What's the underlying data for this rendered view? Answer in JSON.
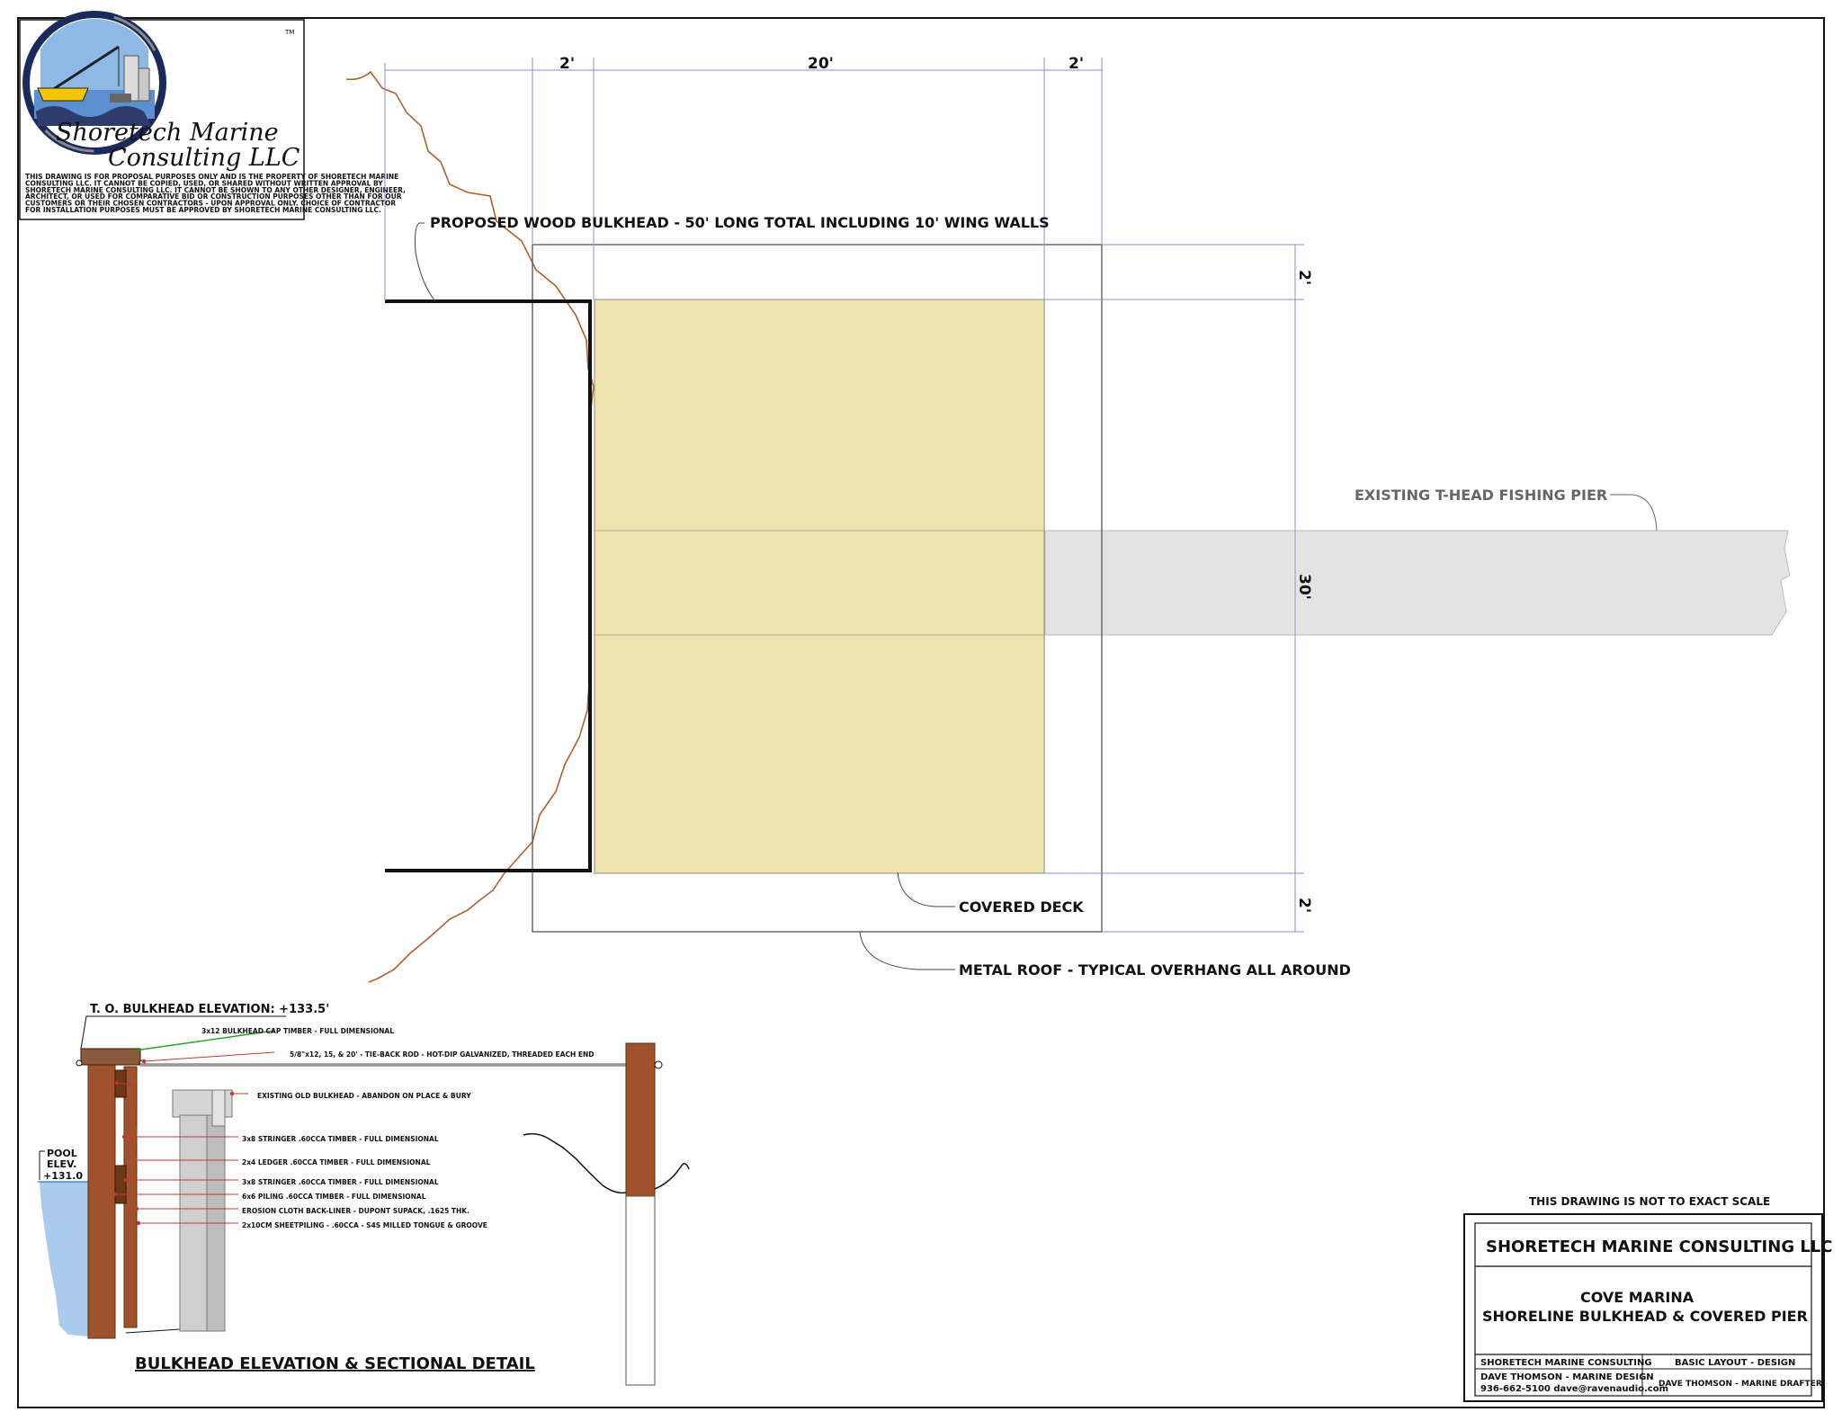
{
  "logo": {
    "line1": "Shoretech Marine",
    "line2": "Consulting LLC",
    "tm": "TM",
    "disclaimer": [
      "THIS DRAWING IS FOR PROPOSAL PURPOSES ONLY AND IS THE PROPERTY OF SHORETECH MARINE",
      "CONSULTING LLC.  IT CANNOT BE COPIED, USED, OR SHARED WITHOUT WRITTEN APPROVAL BY",
      "SHORETECH MARINE CONSULTING LLC.  IT CANNOT BE SHOWN TO ANY OTHER DESIGNER, ENGINEER,",
      "ARCHITECT, OR USED FOR COMPARATIVE BID OR CONSTRUCTION PURPOSES OTHER THAN FOR OUR",
      "CUSTOMERS OR THEIR CHOSEN CONTRACTORS - UPON APPROVAL ONLY.  CHOICE OF CONTRACTOR",
      "FOR INSTALLATION PURPOSES MUST BE APPROVED BY SHORETECH MARINE CONSULTING LLC."
    ]
  },
  "plan": {
    "dim_left": "2'",
    "dim_mid": "20'",
    "dim_right": "2'",
    "dim_v_top": "2'",
    "dim_v_mid": "30'",
    "dim_v_bot": "2'",
    "label_bulkhead": "PROPOSED WOOD BULKHEAD - 50' LONG TOTAL INCLUDING 10' WING WALLS",
    "label_pier": "EXISTING T-HEAD FISHING PIER",
    "label_deck": "COVERED DECK",
    "label_roof": "METAL ROOF - TYPICAL OVERHANG ALL AROUND"
  },
  "detail": {
    "elevation": "T. O. BULKHEAD ELEVATION: +133.5'",
    "pool_1": "POOL",
    "pool_2": "ELEV.",
    "pool_3": "+131.0",
    "notes": [
      "3x12 BULKHEAD CAP TIMBER - FULL DIMENSIONAL",
      "5/8\"x12, 15, & 20' - TIE-BACK ROD - HOT-DIP GALVANIZED, THREADED EACH END",
      "EXISTING OLD BULKHEAD - ABANDON ON PLACE & BURY",
      "3x8 STRINGER .60CCA TIMBER - FULL DIMENSIONAL",
      "2x4 LEDGER .60CCA TIMBER - FULL DIMENSIONAL",
      "3x8 STRINGER .60CCA TIMBER - FULL DIMENSIONAL",
      "6x6 PILING .60CCA TIMBER - FULL DIMENSIONAL",
      "EROSION CLOTH BACK-LINER - DUPONT SUPACK, .1625 THK.",
      "2x10CM SHEETPILING - .60CCA - S4S MILLED TONGUE & GROOVE"
    ],
    "title": "BULKHEAD ELEVATION & SECTIONAL DETAIL"
  },
  "title_block": {
    "scale_note": "THIS DRAWING IS NOT TO EXACT SCALE",
    "company": "SHORETECH MARINE CONSULTING LLC",
    "project_1": "COVE MARINA",
    "project_2": "SHORELINE BULKHEAD & COVERED PIER",
    "cell_company": "SHORETECH MARINE CONSULTING",
    "cell_layout": "BASIC LAYOUT - DESIGN",
    "designer": "DAVE THOMSON - MARINE DESIGN",
    "contact": "936-662-5100  dave@ravenaudio.com",
    "drafter": "DAVE THOMSON - MARINE DRAFTER"
  },
  "colors": {
    "deck_fill": "#efe3b0",
    "pier_fill": "#e3e3e3",
    "dimension_line": "#8a8ee0",
    "shoreline": "#b0602a",
    "timber": "#a0522d",
    "water": "#a9cbee",
    "leader_red": "#c0392b"
  }
}
